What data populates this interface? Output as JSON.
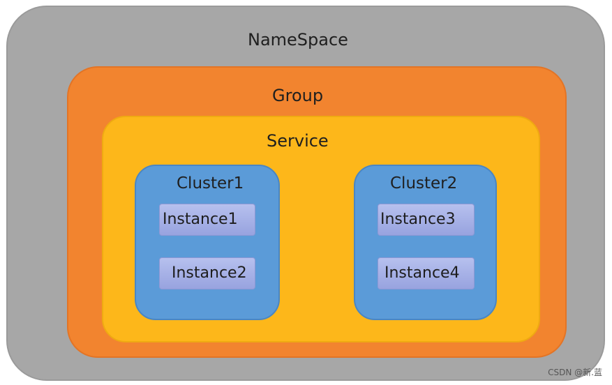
{
  "diagram": {
    "namespace": {
      "label": "NameSpace"
    },
    "group": {
      "label": "Group"
    },
    "service": {
      "label": "Service"
    },
    "clusters": [
      {
        "label": "Cluster1",
        "instances": [
          "Instance1",
          "Instance2"
        ]
      },
      {
        "label": "Cluster2",
        "instances": [
          "Instance3",
          "Instance4"
        ]
      }
    ]
  },
  "colors": {
    "namespace": "#a7a7a7",
    "group": "#f2842f",
    "service": "#fdb71a",
    "cluster": "#5b9bd8",
    "instance": "#a7b1e6"
  },
  "watermark": "CSDN @新.蓝"
}
